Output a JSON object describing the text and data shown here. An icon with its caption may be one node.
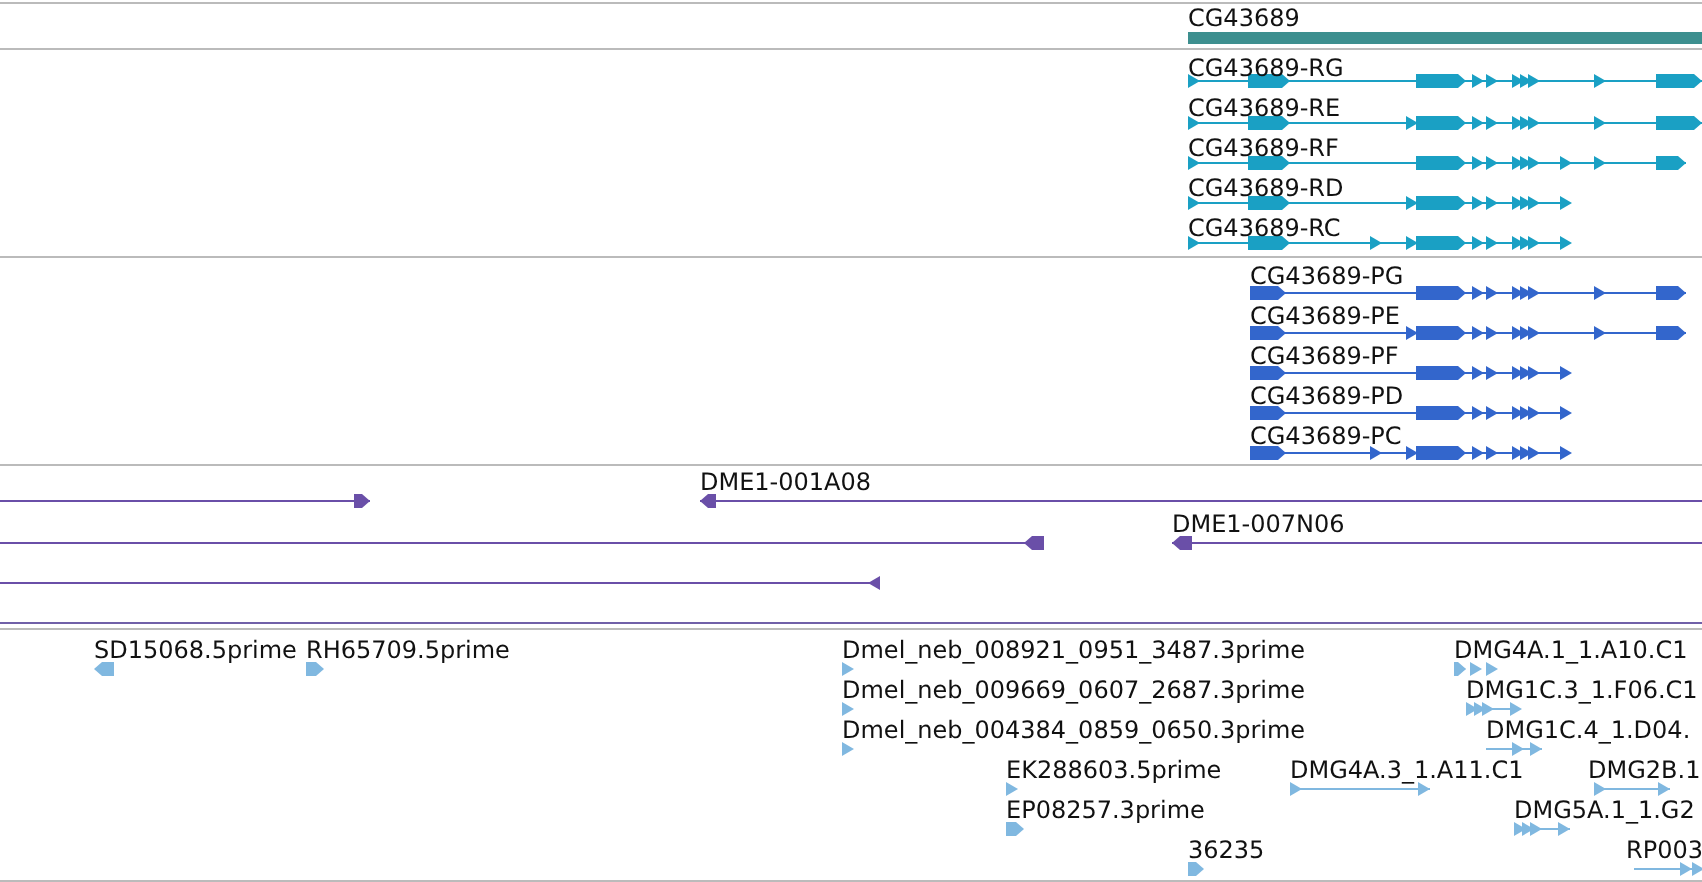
{
  "diagram": {
    "labels": [
      "CG43689",
      "CG43689-RG",
      "CG43689-RE",
      "CG43689-RF",
      "CG43689-RD",
      "CG43689-RC",
      "CG43689-PG",
      "CG43689-PE",
      "CG43689-PF",
      "CG43689-PD",
      "CG43689-PC",
      "DME1-001A08",
      "DME1-007N06",
      "SD15068.5prime",
      "RH65709.5prime",
      "Dmel_neb_008921_0951_3487.3prime",
      "DMG4A.1_1.A10.C1",
      "Dmel_neb_009669_0607_2687.3prime",
      "DMG1C.3_1.F06.C1",
      "Dmel_neb_004384_0859_0650.3prime",
      "DMG1C.4_1.D04.",
      "EK288603.5prime",
      "DMG4A.3_1.A11.C1",
      "DMG2B.1",
      "EP08257.3prime",
      "DMG5A.1_1.G2",
      "36235",
      "RP003"
    ]
  }
}
